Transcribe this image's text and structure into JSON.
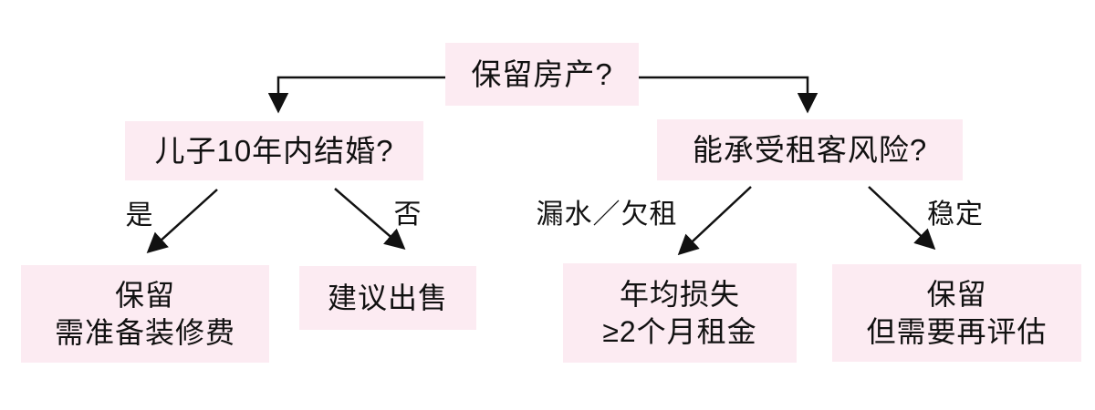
{
  "diagram": {
    "type": "decision-tree",
    "colors": {
      "node_fill": "#fcebf2",
      "text": "#111111",
      "arrow": "#111111",
      "background": "#ffffff"
    },
    "nodes": {
      "root": {
        "label": "保留房产?"
      },
      "q_marriage": {
        "label": "儿子10年内结婚?"
      },
      "q_tenant": {
        "label": "能承受租客风险?"
      },
      "keep_renovate": {
        "line1": "保留",
        "line2": "需准备装修费"
      },
      "sell": {
        "line1": "建议出售"
      },
      "loss": {
        "line1": "年均损失",
        "line2": "≥2个月租金"
      },
      "keep_reassess": {
        "line1": "保留",
        "line2": "但需要再评估"
      }
    },
    "edges": {
      "yes": {
        "label": "是"
      },
      "no": {
        "label": "否"
      },
      "leak": {
        "label": "漏水／欠租"
      },
      "stable": {
        "label": "稳定"
      }
    }
  }
}
